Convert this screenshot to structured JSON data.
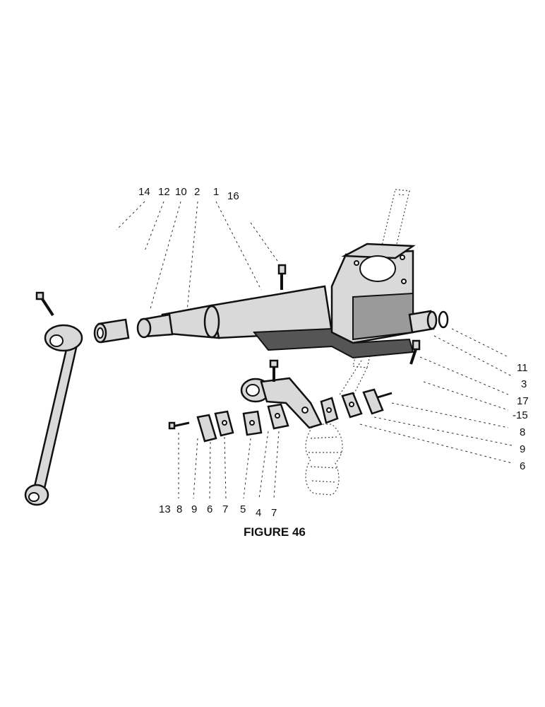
{
  "figure": {
    "caption": "FIGURE 46",
    "labels_top": [
      "14",
      "12",
      "10",
      "2",
      "1",
      "16"
    ],
    "labels_right": [
      "11",
      "3",
      "17",
      "-15",
      "8",
      "9",
      "6"
    ],
    "labels_bottom": [
      "13",
      "8",
      "9",
      "6",
      "7",
      "5",
      "4",
      "7"
    ]
  }
}
